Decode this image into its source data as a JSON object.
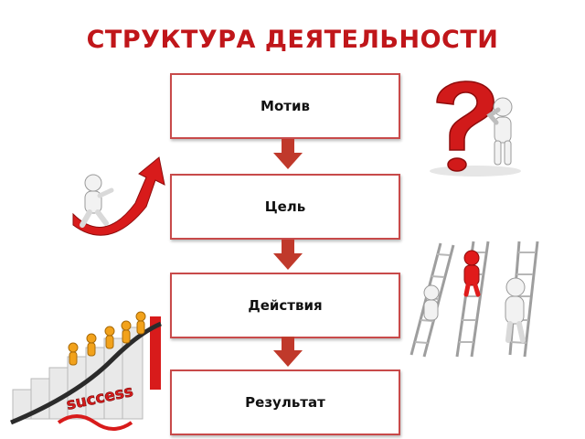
{
  "title": "СТРУКТУРА  ДЕЯТЕЛЬНОСТИ",
  "steps": [
    "Мотив",
    "Цель",
    "Действия",
    "Результат"
  ],
  "illustrations": {
    "question": "question-mark-figure-icon",
    "growth": "growth-arrow-figure-icon",
    "ladders": "ladders-climb-icon",
    "success": "success-stairs-icon",
    "success_text": "success"
  },
  "colors": {
    "accent": "#c0161a",
    "box_border": "#c84a4a",
    "arrow": "#c0392b"
  }
}
